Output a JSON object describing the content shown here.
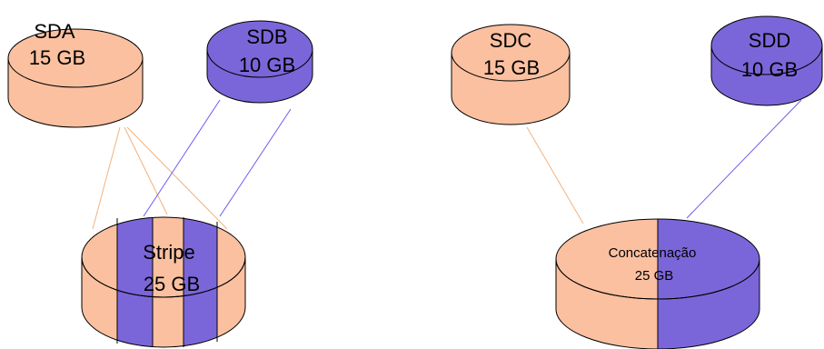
{
  "colors": {
    "salmon": "#FAC0A0",
    "purple": "#7B66D9",
    "outline": "#000000",
    "salmon_line": "#F2B27E",
    "purple_line": "#6E5CF0"
  },
  "disks": {
    "sda": {
      "name": "SDA",
      "size": "15 GB"
    },
    "sdb": {
      "name": "SDB",
      "size": "10 GB"
    },
    "sdc": {
      "name": "SDC",
      "size": "15 GB"
    },
    "sdd": {
      "name": "SDD",
      "size": "10 GB"
    }
  },
  "stripe": {
    "name": "Stripe",
    "size": "25 GB"
  },
  "concat": {
    "name": "Concatenação",
    "size": "25 GB"
  }
}
